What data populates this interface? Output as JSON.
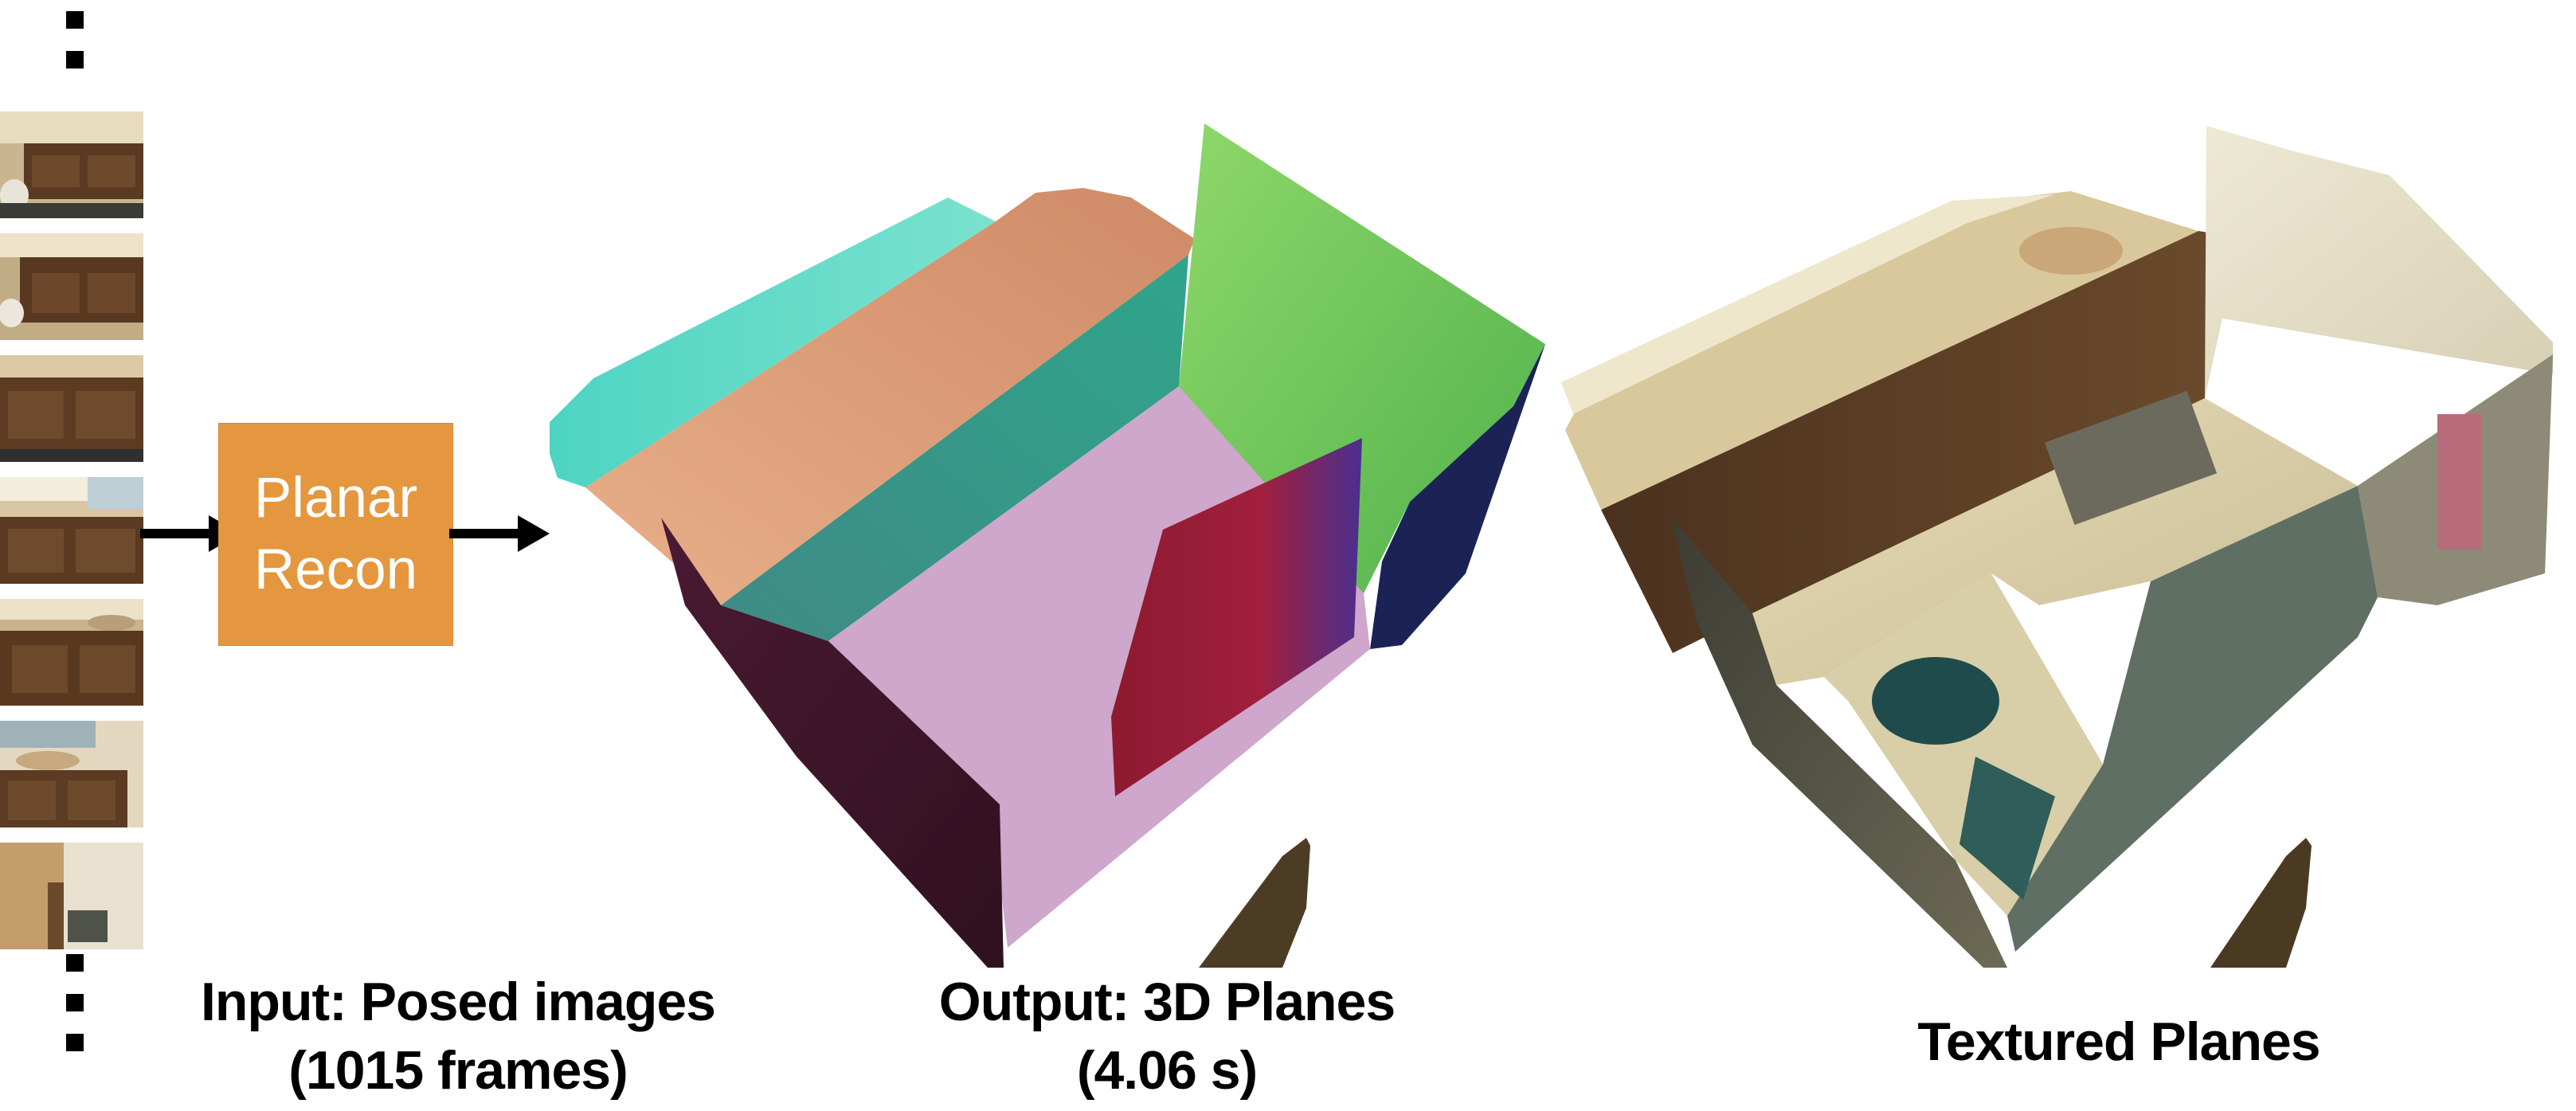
{
  "process_box": {
    "line1": "Planar",
    "line2": "Recon"
  },
  "captions": {
    "input_line1": "Input: Posed images",
    "input_line2": "(1015 frames)",
    "output_line1": "Output: 3D Planes",
    "output_line2": "(4.06 s)",
    "textured": "Textured Planes"
  },
  "colors": {
    "process_box": "#e4973f",
    "plane_cyan": "#5cd6c4",
    "plane_peach": "#e2a47d",
    "plane_green": "#78c95c",
    "plane_navy": "#1b2356",
    "plane_pink": "#cfa5cc",
    "plane_teal": "#3f8a86",
    "plane_maroon": "#3f142c",
    "plane_red": "#8e1c36",
    "plane_brown": "#4d3c24"
  }
}
